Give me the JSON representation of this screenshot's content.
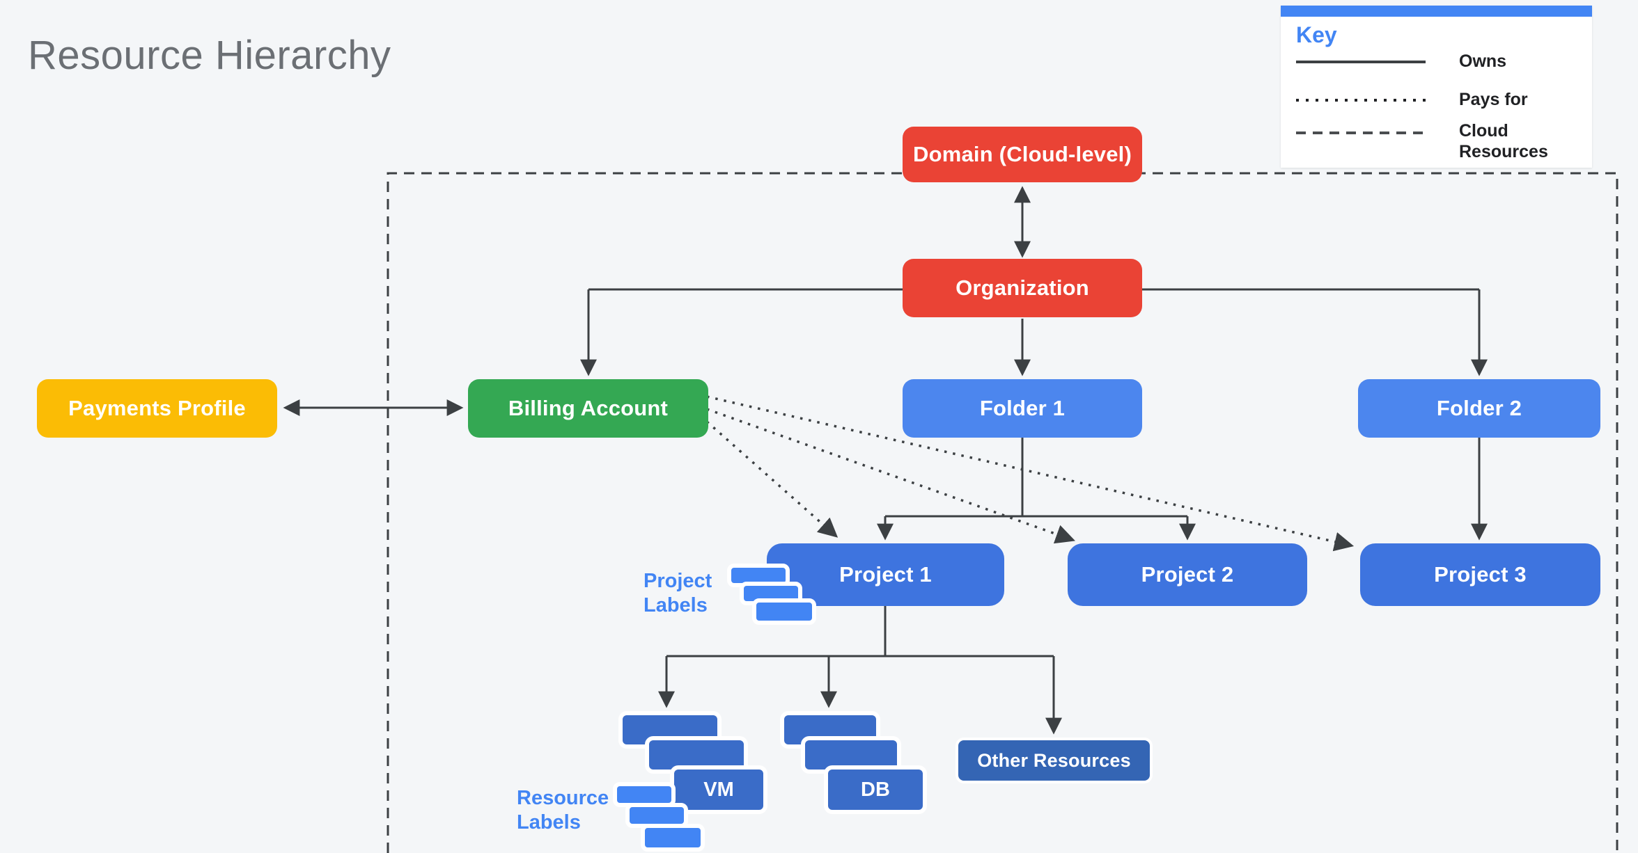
{
  "title": "Resource Hierarchy",
  "key": {
    "title": "Key",
    "items": [
      {
        "style": "solid",
        "label": "Owns"
      },
      {
        "style": "dotted",
        "label": "Pays for"
      },
      {
        "style": "dashed",
        "label": "Cloud Resources"
      }
    ]
  },
  "nodes": {
    "domain": {
      "label": "Domain (Cloud-level)"
    },
    "organization": {
      "label": "Organization"
    },
    "payments_profile": {
      "label": "Payments Profile"
    },
    "billing_account": {
      "label": "Billing Account"
    },
    "folder1": {
      "label": "Folder 1"
    },
    "folder2": {
      "label": "Folder 2"
    },
    "project1": {
      "label": "Project 1"
    },
    "project2": {
      "label": "Project 2"
    },
    "project3": {
      "label": "Project 3"
    },
    "vm": {
      "label": "VM"
    },
    "db": {
      "label": "DB"
    },
    "other_resources": {
      "label": "Other Resources"
    }
  },
  "annotations": {
    "project_labels": "Project Labels",
    "resource_labels": "Resource Labels"
  },
  "colors": {
    "background": "#F4F6F8",
    "panel": "#FFFFFF",
    "red": "#EA4335",
    "green": "#34A853",
    "yellow": "#FBBC05",
    "folder_blue": "#4C86EE",
    "project_blue": "#3E74DF",
    "resource_blue": "#3A6CC8",
    "dark_blue": "#3465B4",
    "accent_blue": "#4285F4",
    "line": "#3C4043",
    "title_gray": "#6B6F74",
    "key_text": "#202124"
  }
}
